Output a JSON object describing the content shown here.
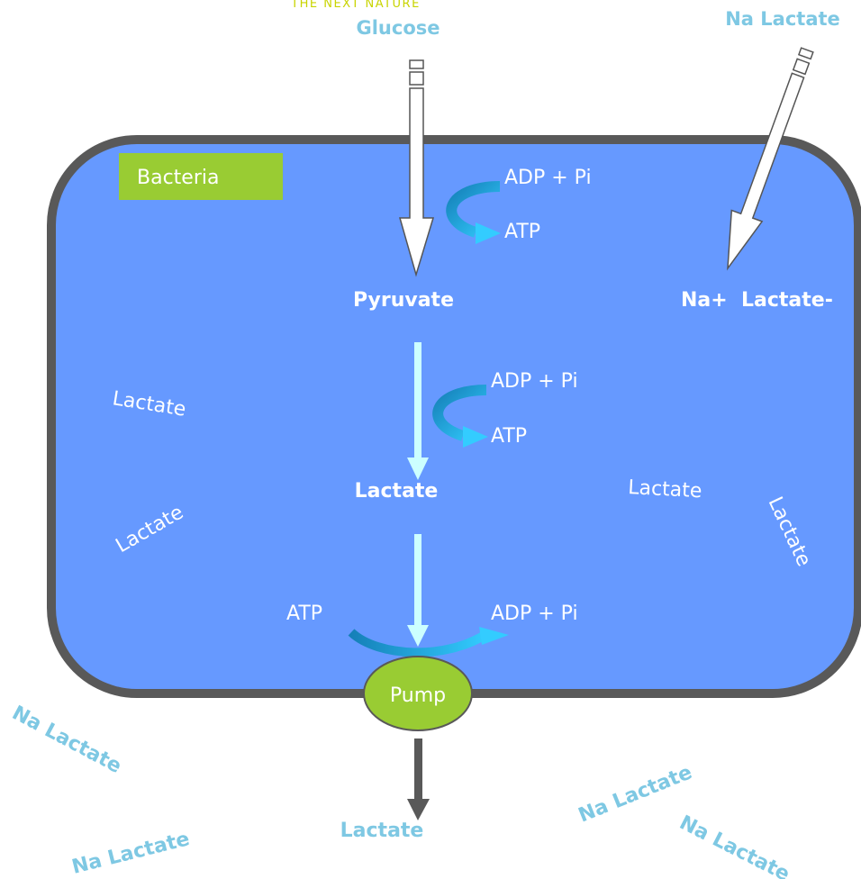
{
  "header": {
    "brand": "THE NEXT NATURE"
  },
  "labels": {
    "glucose": "Glucose",
    "na_lactate_in": "Na Lactate",
    "bacteria": "Bacteria",
    "adp_pi": "ADP + Pi",
    "atp": "ATP",
    "pyruvate": "Pyruvate",
    "na_lactate_ions": "Na+  Lactate-",
    "lactate": "Lactate",
    "pump": "Pump",
    "lactate_out": "Lactate",
    "na_lactate_out": "Na Lactate"
  },
  "colors": {
    "cell_fill": "#6699ff",
    "cell_border": "#595959",
    "bacteria_box": "#99cc33",
    "pump_fill": "#99cc33",
    "outside_text": "#7ec8e3",
    "curved_arrow_dark": "#1a8fc7",
    "curved_arrow_light": "#33ccff",
    "flow_arrow": "#ccffff",
    "brand": "#c8d400"
  }
}
